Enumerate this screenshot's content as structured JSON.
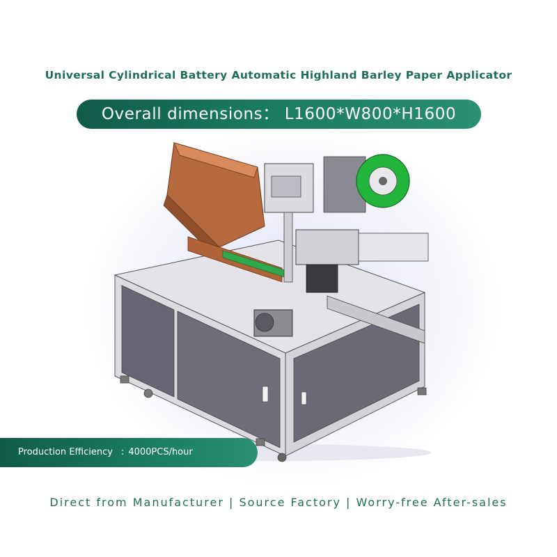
{
  "title": "Universal Cylindrical Battery Automatic Highland Barley Paper Applicator",
  "dimensions_banner": "Overall dimensions： L1600*W800*H1600",
  "production": {
    "label": "Production Efficiency",
    "separator": ":",
    "value": "4000PCS/hour"
  },
  "footer_tagline": "Direct from Manufacturer | Source Factory | Worry-free After-sales",
  "colors": {
    "brand_green": "#1f6f58",
    "banner_dark": "#0f5c49",
    "banner_light": "#2a8e72",
    "accent_green": "#1fa83a",
    "copper": "#b86a3f",
    "frame": "#d9d9dc",
    "panel": "#6e6e78"
  },
  "image": {
    "subject": "machine-illustration"
  }
}
